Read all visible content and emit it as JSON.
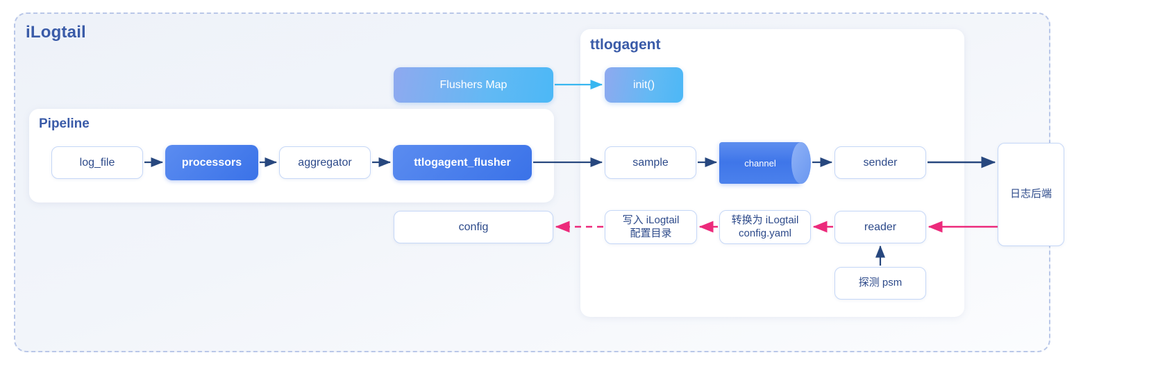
{
  "outer": {
    "title": "iLogtail",
    "border_color": "#b9c7e8"
  },
  "panels": {
    "pipeline": {
      "title": "Pipeline"
    },
    "ttlogagent": {
      "title": "ttlogagent"
    }
  },
  "nodes": {
    "log_file": "log_file",
    "processors": "processors",
    "aggregator": "aggregator",
    "ttlogagent_flusher": "ttlogagent_flusher",
    "flushers_map": "Flushers Map",
    "init": "init()",
    "sample": "sample",
    "channel": "channel",
    "sender": "sender",
    "config": "config",
    "write_ilogtail_line1": "写入 iLogtail",
    "write_ilogtail_line2": "配置目录",
    "convert_line1": "转换为 iLogtail",
    "convert_line2": "config.yaml",
    "reader": "reader",
    "detect_psm": "探测 psm",
    "backend": "日志后端"
  },
  "colors": {
    "title_blue": "#3a5ba8",
    "node_text_blue": "#2d4a8a",
    "node_border": "#c5d7f7",
    "blue_fill_start": "#5b8cf0",
    "blue_fill_end": "#3a72e8",
    "sky_fill_start": "#8fa9ef",
    "sky_fill_end": "#4cb8f6",
    "arrow_navy": "#27477e",
    "arrow_sky": "#38b6f0",
    "arrow_pink": "#ec2a7b",
    "cylinder_body": "#4277ea",
    "cylinder_cap": "#7aa3f3"
  },
  "chart_data": {
    "type": "diagram",
    "title": "iLogtail / ttlogagent data flow",
    "flows": [
      {
        "from": "log_file",
        "to": "processors",
        "style": "solid",
        "color": "#27477e"
      },
      {
        "from": "processors",
        "to": "aggregator",
        "style": "solid",
        "color": "#27477e"
      },
      {
        "from": "aggregator",
        "to": "ttlogagent_flusher",
        "style": "solid",
        "color": "#27477e"
      },
      {
        "from": "ttlogagent_flusher",
        "to": "sample",
        "style": "solid",
        "color": "#27477e"
      },
      {
        "from": "flushers_map",
        "to": "init",
        "style": "solid",
        "color": "#38b6f0"
      },
      {
        "from": "sample",
        "to": "channel",
        "style": "solid",
        "color": "#27477e"
      },
      {
        "from": "channel",
        "to": "sender",
        "style": "solid",
        "color": "#27477e"
      },
      {
        "from": "sender",
        "to": "backend",
        "style": "solid",
        "color": "#27477e"
      },
      {
        "from": "backend",
        "to": "reader",
        "style": "solid",
        "color": "#ec2a7b"
      },
      {
        "from": "reader",
        "to": "convert",
        "style": "solid",
        "color": "#ec2a7b"
      },
      {
        "from": "convert",
        "to": "write_ilogtail",
        "style": "solid",
        "color": "#ec2a7b"
      },
      {
        "from": "write_ilogtail",
        "to": "config",
        "style": "dashed",
        "color": "#ec2a7b"
      },
      {
        "from": "detect_psm",
        "to": "reader",
        "style": "solid",
        "color": "#27477e"
      }
    ]
  }
}
